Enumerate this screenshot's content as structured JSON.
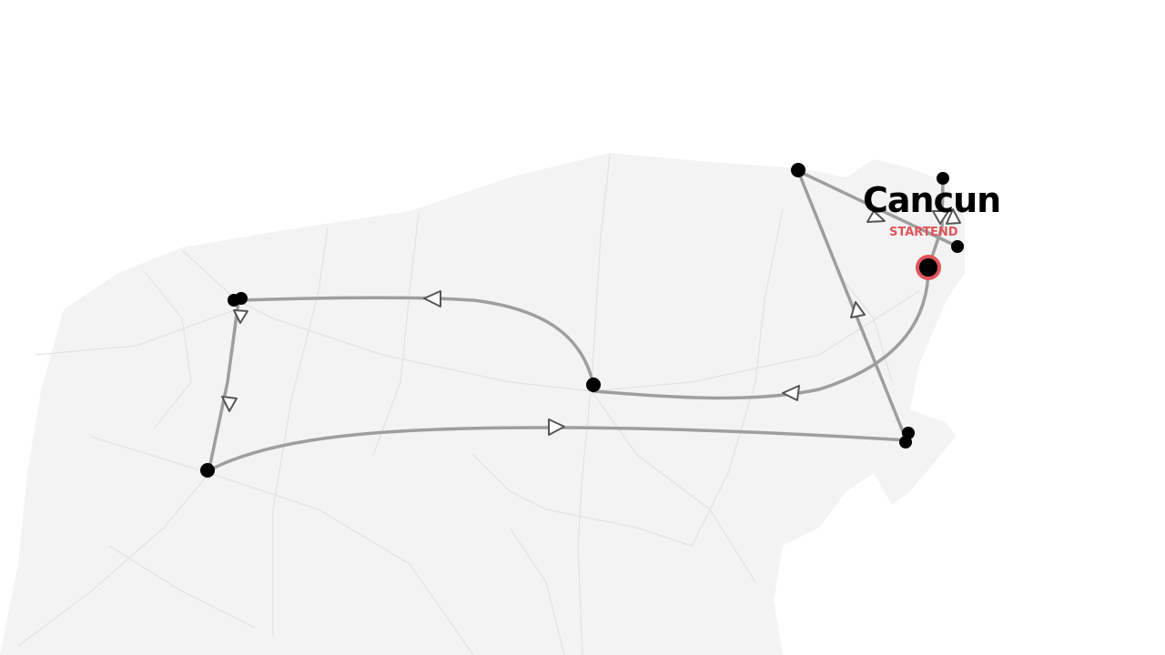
{
  "map": {
    "land_color": "#f3f3f3",
    "road_color": "#e2e2e2",
    "route_color": "#9e9e9e",
    "stop_color": "#000000",
    "start_marker_color": "#e0555a"
  },
  "city_label": "Cancun",
  "start_label": "START",
  "end_label": "END"
}
